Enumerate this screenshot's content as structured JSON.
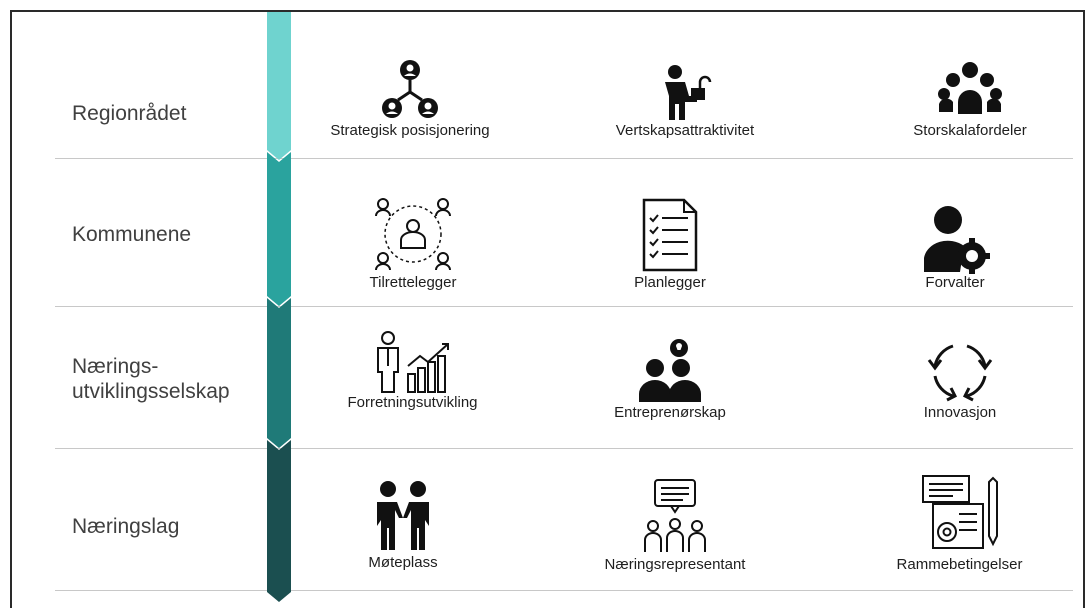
{
  "rows": [
    {
      "label": "Regionrådet",
      "items": [
        {
          "label": "Strategisk posisjonering",
          "icon": "network-people-icon"
        },
        {
          "label": "Vertskapsattraktivitet",
          "icon": "host-unlock-icon"
        },
        {
          "label": "Storskalafordeler",
          "icon": "group-icon"
        }
      ]
    },
    {
      "label": "Kommunene",
      "items": [
        {
          "label": "Tilrettelegger",
          "icon": "facilitator-icon"
        },
        {
          "label": "Planlegger",
          "icon": "checklist-icon"
        },
        {
          "label": "Forvalter",
          "icon": "user-gear-icon"
        }
      ]
    },
    {
      "label_line1": "Nærings-",
      "label_line2": "utviklingsselskap",
      "items": [
        {
          "label": "Forretningsutvikling",
          "icon": "businessman-chart-icon"
        },
        {
          "label": "Entreprenørskap",
          "icon": "people-idea-icon"
        },
        {
          "label": "Innovasjon",
          "icon": "cycle-arrows-icon"
        }
      ]
    },
    {
      "label": "Næringslag",
      "items": [
        {
          "label": "Møteplass",
          "icon": "handshake-icon"
        },
        {
          "label": "Næringsrepresentant",
          "icon": "representatives-speech-icon"
        },
        {
          "label": "Rammebetingelser",
          "icon": "blueprint-gear-icon"
        }
      ]
    }
  ],
  "colors": {
    "level1": "#6fd3cf",
    "level2": "#2aa39e",
    "level3": "#1f7a78",
    "level4": "#1b4f50"
  }
}
